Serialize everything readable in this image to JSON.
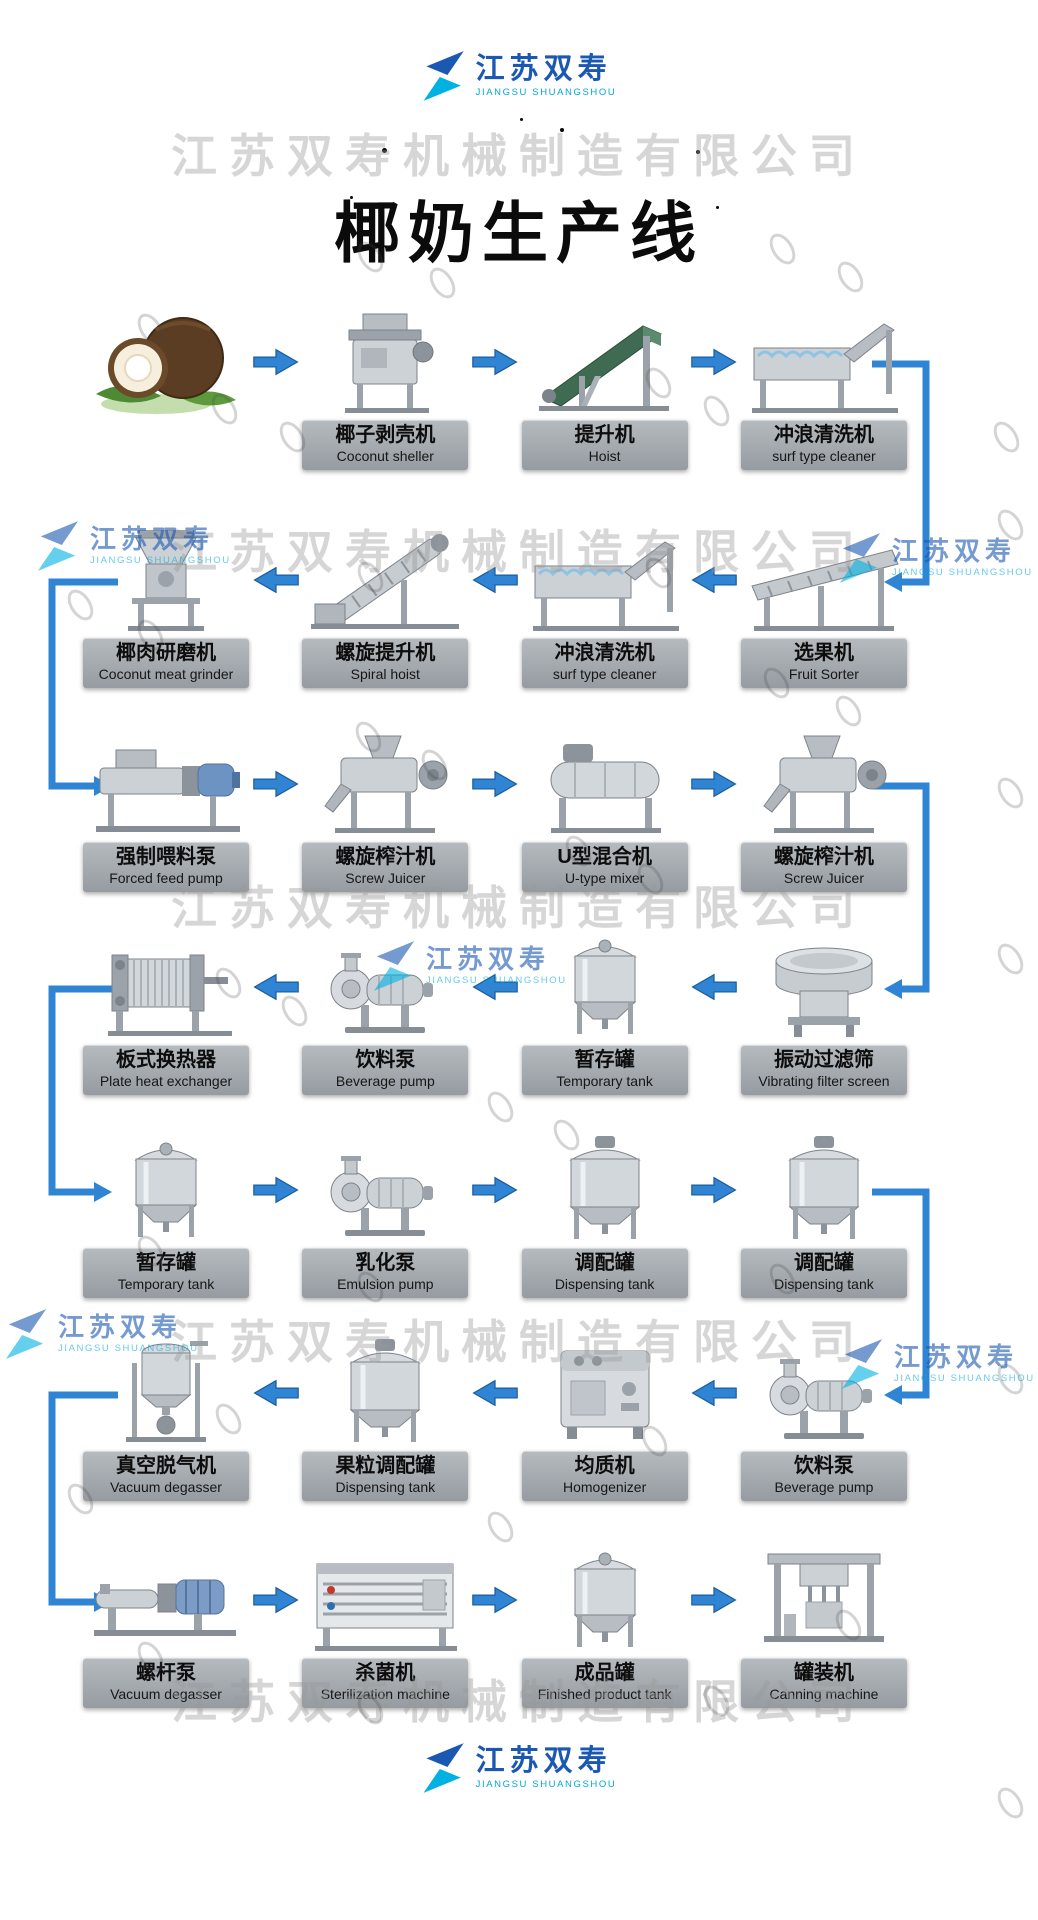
{
  "company": {
    "name_cn": "江苏双寿",
    "name_en": "JIANGSU SHUANGSHOU"
  },
  "title": "椰奶生产线",
  "watermark": {
    "company_text": "江苏双寿机械制造有限公司"
  },
  "colors": {
    "arrow_blue": "#2f85d3",
    "arrow_edge": "#1c5c9e",
    "logo_blue": "#1a58b2",
    "logo_cyan": "#00b2e3",
    "label_bg": "#a9afb4"
  },
  "flow_rows": [
    {
      "direction": "right",
      "items": [
        {
          "cn": "",
          "en": "",
          "icon": "coconut-image"
        },
        {
          "cn": "椰子剥壳机",
          "en": "Coconut sheller",
          "icon": "sheller-machine"
        },
        {
          "cn": "提升机",
          "en": "Hoist",
          "icon": "incline-conveyor"
        },
        {
          "cn": "冲浪清洗机",
          "en": "surf type cleaner",
          "icon": "surf-cleaner"
        }
      ]
    },
    {
      "direction": "left",
      "items": [
        {
          "cn": "椰肉研磨机",
          "en": "Coconut meat grinder",
          "icon": "grinder-machine"
        },
        {
          "cn": "螺旋提升机",
          "en": "Spiral hoist",
          "icon": "spiral-hoist"
        },
        {
          "cn": "冲浪清洗机",
          "en": "surf type cleaner",
          "icon": "surf-cleaner"
        },
        {
          "cn": "选果机",
          "en": "Fruit Sorter",
          "icon": "fruit-sorter"
        }
      ]
    },
    {
      "direction": "right",
      "items": [
        {
          "cn": "强制喂料泵",
          "en": "Forced feed pump",
          "icon": "feed-pump"
        },
        {
          "cn": "螺旋榨汁机",
          "en": "Screw Juicer",
          "icon": "screw-juicer"
        },
        {
          "cn": "U型混合机",
          "en": "U-type mixer",
          "icon": "u-mixer"
        },
        {
          "cn": "螺旋榨汁机",
          "en": "Screw Juicer",
          "icon": "screw-juicer"
        }
      ]
    },
    {
      "direction": "left",
      "items": [
        {
          "cn": "板式换热器",
          "en": "Plate heat exchanger",
          "icon": "plate-heat-exchanger"
        },
        {
          "cn": "饮料泵",
          "en": "Beverage pump",
          "icon": "centrifugal-pump"
        },
        {
          "cn": "暂存罐",
          "en": "Temporary tank",
          "icon": "storage-tank"
        },
        {
          "cn": "振动过滤筛",
          "en": "Vibrating filter screen",
          "icon": "vibrating-sieve"
        }
      ]
    },
    {
      "direction": "right",
      "items": [
        {
          "cn": "暂存罐",
          "en": "Temporary tank",
          "icon": "storage-tank"
        },
        {
          "cn": "乳化泵",
          "en": "Emulsion pump",
          "icon": "centrifugal-pump"
        },
        {
          "cn": "调配罐",
          "en": "Dispensing tank",
          "icon": "mixing-tank"
        },
        {
          "cn": "调配罐",
          "en": "Dispensing tank",
          "icon": "mixing-tank"
        }
      ]
    },
    {
      "direction": "left",
      "items": [
        {
          "cn": "真空脱气机",
          "en": "Vacuum degasser",
          "icon": "vacuum-degasser"
        },
        {
          "cn": "果粒调配罐",
          "en": "Dispensing tank",
          "icon": "mixing-tank"
        },
        {
          "cn": "均质机",
          "en": "Homogenizer",
          "icon": "homogenizer-cabinet"
        },
        {
          "cn": "饮料泵",
          "en": "Beverage pump",
          "icon": "centrifugal-pump"
        }
      ]
    },
    {
      "direction": "right",
      "items": [
        {
          "cn": "螺杆泵",
          "en": "Vacuum degasser",
          "icon": "screw-pump"
        },
        {
          "cn": "杀菌机",
          "en": "Sterilization machine",
          "icon": "sterilizer-frame"
        },
        {
          "cn": "成品罐",
          "en": "Finished product tank",
          "icon": "storage-tank"
        },
        {
          "cn": "罐装机",
          "en": "Canning machine",
          "icon": "canning-machine"
        }
      ]
    }
  ]
}
